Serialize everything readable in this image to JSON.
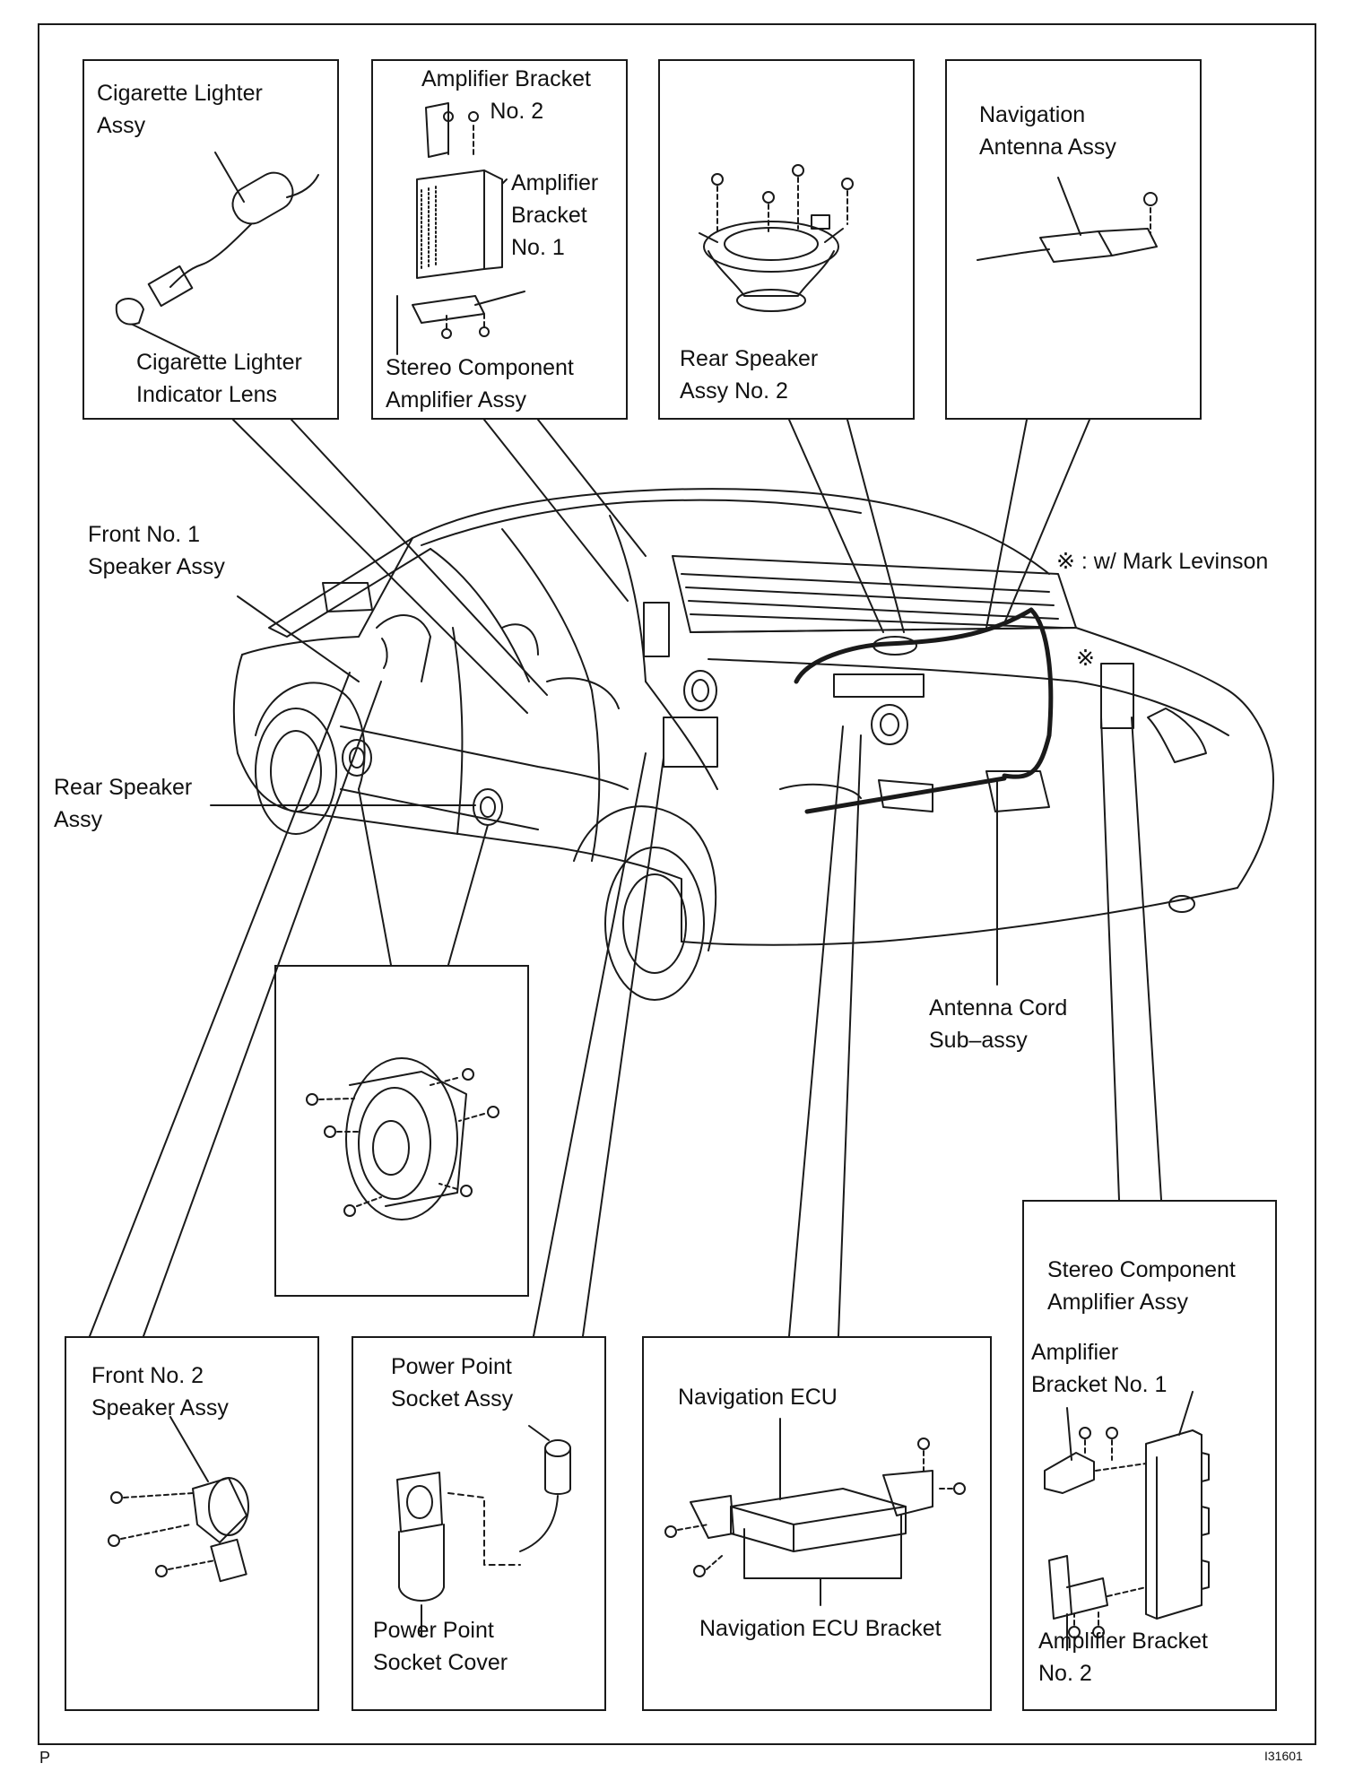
{
  "corner_mark": "P",
  "figure_code": "I31601",
  "note": "※ : w/ Mark Levinson",
  "note_marker": "※",
  "labels": {
    "cigarette_lighter_assy": "Cigarette Lighter\nAssy",
    "cigarette_lighter_indicator_lens": "Cigarette Lighter\nIndicator Lens",
    "amplifier_bracket_no2_top": "Amplifier Bracket\n           No. 2",
    "amplifier_bracket_no1_top": "Amplifier\nBracket\nNo. 1",
    "stereo_component_amplifier_assy_top": "Stereo Component\nAmplifier Assy",
    "rear_speaker_assy_no2": "Rear Speaker\nAssy No. 2",
    "navigation_antenna_assy": "Navigation\nAntenna Assy",
    "front_no1_speaker_assy": "Front No. 1\nSpeaker Assy",
    "rear_speaker_assy": "Rear Speaker\nAssy",
    "antenna_cord_sub_assy": "Antenna Cord\nSub–assy",
    "front_no2_speaker_assy": "Front No. 2\nSpeaker Assy",
    "power_point_socket_assy": "Power Point\nSocket Assy",
    "power_point_socket_cover": "Power Point\nSocket Cover",
    "navigation_ecu": "Navigation ECU",
    "navigation_ecu_bracket": "Navigation ECU Bracket",
    "stereo_component_amplifier_assy_right": "Stereo Component\nAmplifier Assy",
    "amplifier_bracket_no1_right": "Amplifier\nBracket No. 1",
    "amplifier_bracket_no2_right": "Amplifier Bracket\nNo. 2"
  }
}
